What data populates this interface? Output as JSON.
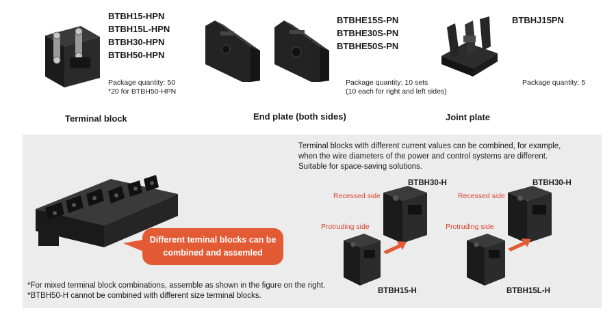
{
  "top": {
    "terminal_block": {
      "models": [
        "BTBH15-HPN",
        "BTBH15L-HPN",
        "BTBH30-HPN",
        "BTBH50-HPN"
      ],
      "package_line1": "Package quantity: 50",
      "package_line2": "*20 for BTBH50-HPN",
      "caption": "Terminal block"
    },
    "end_plate": {
      "models": [
        "BTBHE15S-PN",
        "BTBHE30S-PN",
        "BTBHE50S-PN"
      ],
      "package_line1": "Package quantity: 10 sets",
      "package_line2": "(10 each for right and left sides)",
      "caption": "End plate (both sides)"
    },
    "joint_plate": {
      "model": "BTBHJ15PN",
      "package_line1": "Package quantity: 5",
      "caption": "Joint plate"
    }
  },
  "bottom": {
    "description": [
      "Terminal blocks with different current values can be combined, for example,",
      "when the wire diameters of the power and control systems are different.",
      "Suitable for space-saving solutions."
    ],
    "callout": [
      "Different teminal blocks can be",
      "combined and assemled"
    ],
    "notes": [
      "*For mixed terminal block combinations, assemble as shown in the figure on the right.",
      "*BTBH50-H cannot be combined with different size terminal blocks."
    ],
    "diagram_left": {
      "top_model": "BTBH30-H",
      "recessed_label": "Recessed side",
      "protruding_label": "Protruding side",
      "bottom_model": "BTBH15-H"
    },
    "diagram_right": {
      "top_model": "BTBH30-H",
      "recessed_label": "Recessed side",
      "protruding_label": "Protruding side",
      "bottom_model": "BTBH15L-H"
    }
  },
  "colors": {
    "accent": "#e35b34",
    "label_red": "#d9432e",
    "panel_gray": "#ececec",
    "product_black": "#222222"
  }
}
